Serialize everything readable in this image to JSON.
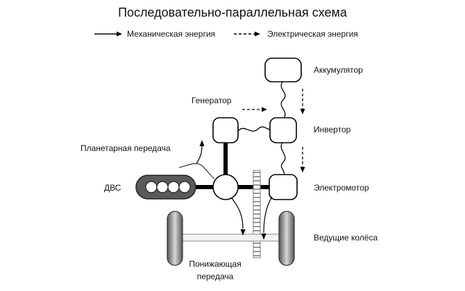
{
  "title": "Последовательно-параллельная схема",
  "legend": {
    "mechanical": "Механическая энергия",
    "electrical": "Электрическая энергия"
  },
  "labels": {
    "battery": "Аккумулятор",
    "generator": "Генератор",
    "inverter": "Инвертор",
    "planetary": "Планетарная передача",
    "engine": "ДВС",
    "motor": "Электромотор",
    "wheels": "Ведущие колёса",
    "reduction_line1": "Понижающая",
    "reduction_line2": "передача"
  }
}
